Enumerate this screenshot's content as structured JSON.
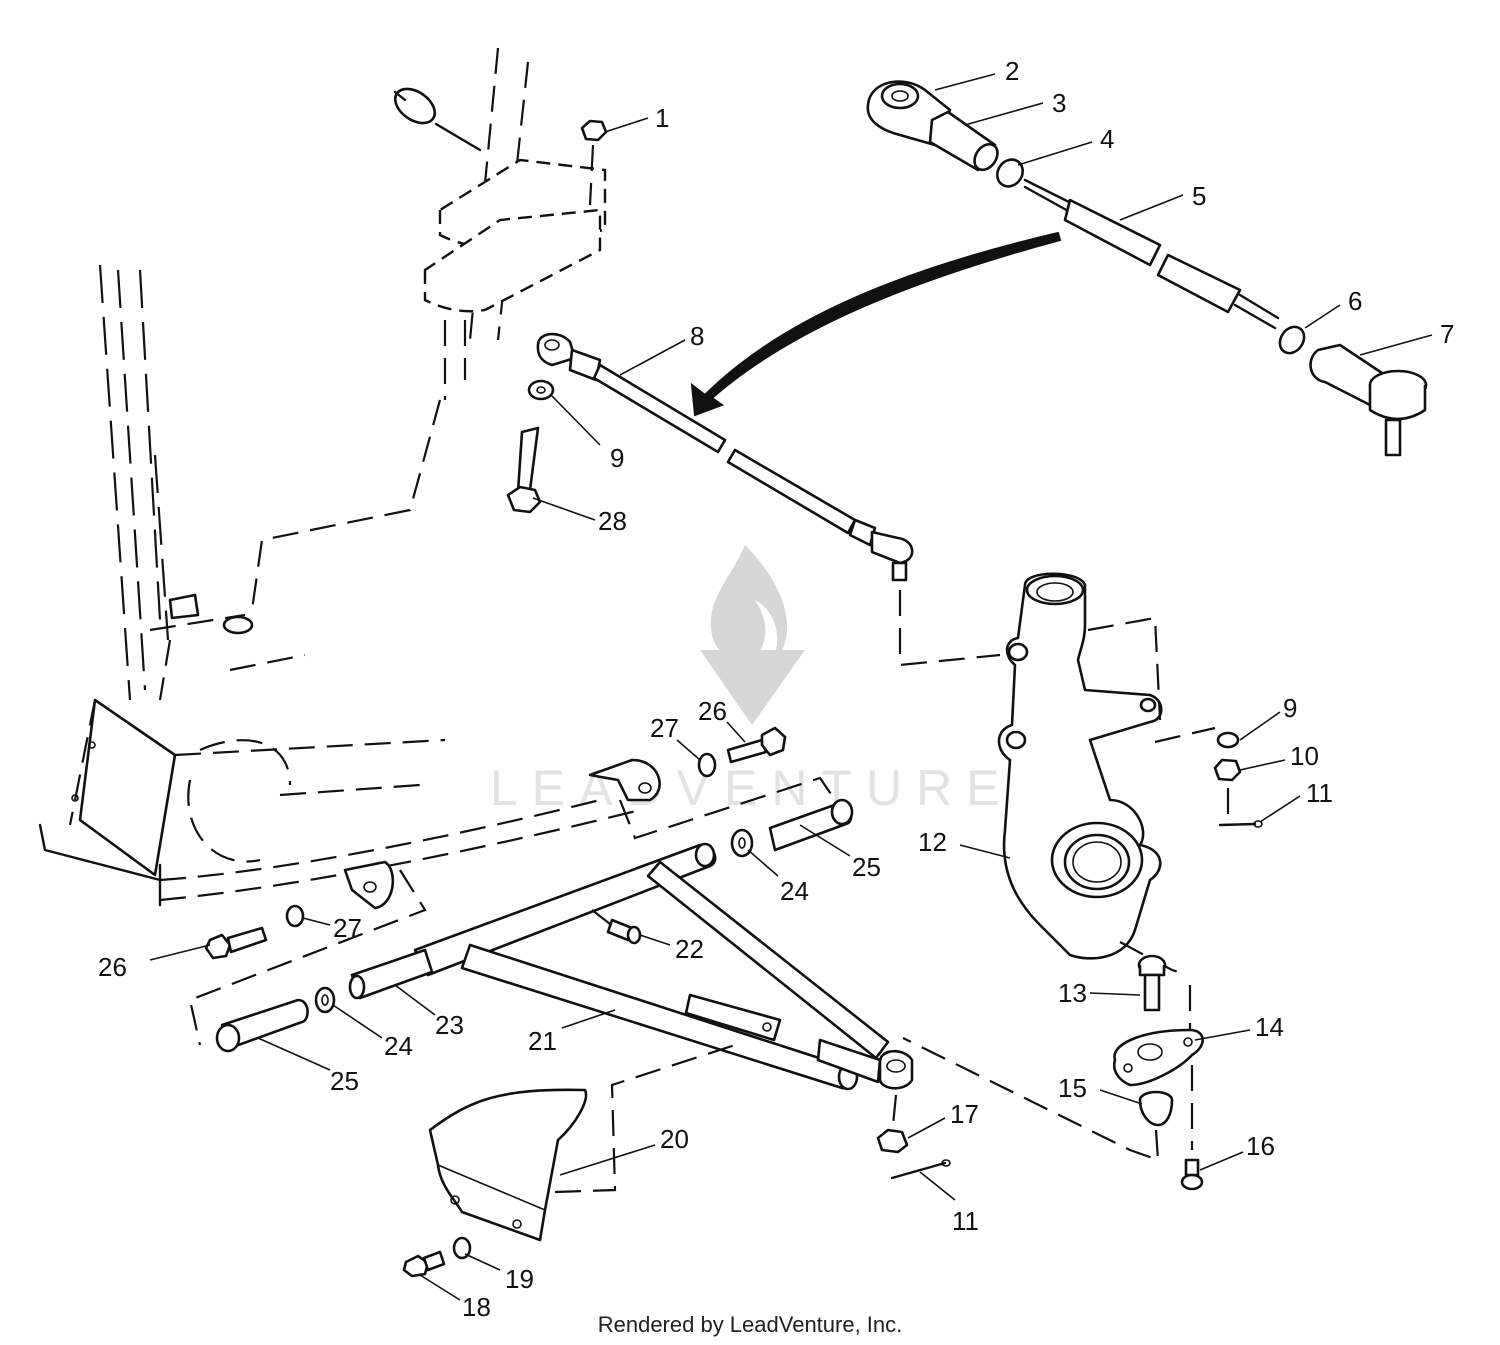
{
  "diagram": {
    "callouts": [
      {
        "id": "c1",
        "text": "1"
      },
      {
        "id": "c2",
        "text": "2"
      },
      {
        "id": "c3",
        "text": "3"
      },
      {
        "id": "c4",
        "text": "4"
      },
      {
        "id": "c5",
        "text": "5"
      },
      {
        "id": "c6",
        "text": "6"
      },
      {
        "id": "c7",
        "text": "7"
      },
      {
        "id": "c8",
        "text": "8"
      },
      {
        "id": "c9a",
        "text": "9"
      },
      {
        "id": "c28",
        "text": "28"
      },
      {
        "id": "c9b",
        "text": "9"
      },
      {
        "id": "c10",
        "text": "10"
      },
      {
        "id": "c11a",
        "text": "11"
      },
      {
        "id": "c12",
        "text": "12"
      },
      {
        "id": "c13",
        "text": "13"
      },
      {
        "id": "c14",
        "text": "14"
      },
      {
        "id": "c15",
        "text": "15"
      },
      {
        "id": "c16",
        "text": "16"
      },
      {
        "id": "c17",
        "text": "17"
      },
      {
        "id": "c11b",
        "text": "11"
      },
      {
        "id": "c20",
        "text": "20"
      },
      {
        "id": "c19",
        "text": "19"
      },
      {
        "id": "c18",
        "text": "18"
      },
      {
        "id": "c21",
        "text": "21"
      },
      {
        "id": "c22",
        "text": "22"
      },
      {
        "id": "c23",
        "text": "23"
      },
      {
        "id": "c24a",
        "text": "24"
      },
      {
        "id": "c25a",
        "text": "25"
      },
      {
        "id": "c26a",
        "text": "26"
      },
      {
        "id": "c27a",
        "text": "27"
      },
      {
        "id": "c24b",
        "text": "24"
      },
      {
        "id": "c25b",
        "text": "25"
      },
      {
        "id": "c27b",
        "text": "27"
      },
      {
        "id": "c26b",
        "text": "26"
      }
    ]
  },
  "watermark": {
    "text": "LEADVENTURE"
  },
  "footer": {
    "credit": "Rendered by LeadVenture, Inc."
  }
}
